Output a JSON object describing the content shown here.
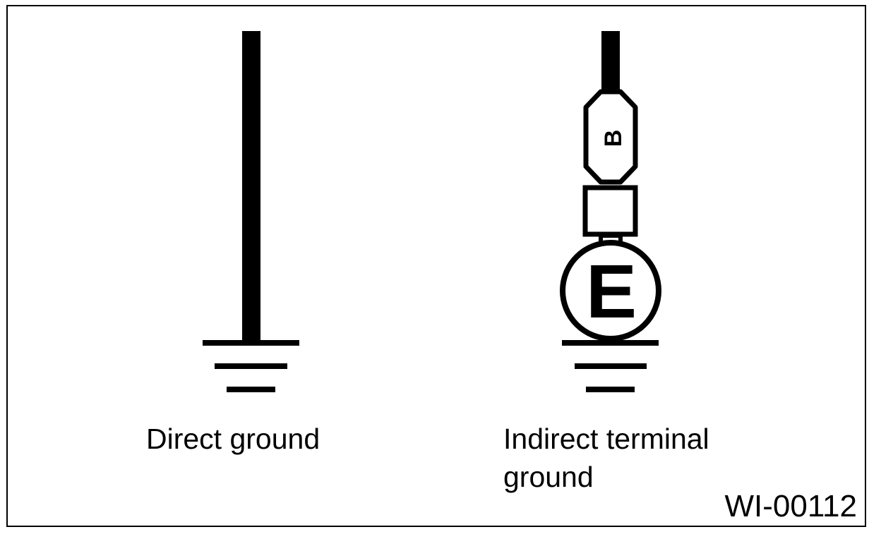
{
  "diagram": {
    "direct": {
      "caption": "Direct ground"
    },
    "indirect": {
      "caption_line1": "Indirect terminal",
      "caption_line2": "ground",
      "connector_label": "B",
      "terminal_label": "E"
    },
    "figure_id": "WI-00112"
  },
  "colors": {
    "stroke": "#000000",
    "background": "#ffffff"
  }
}
